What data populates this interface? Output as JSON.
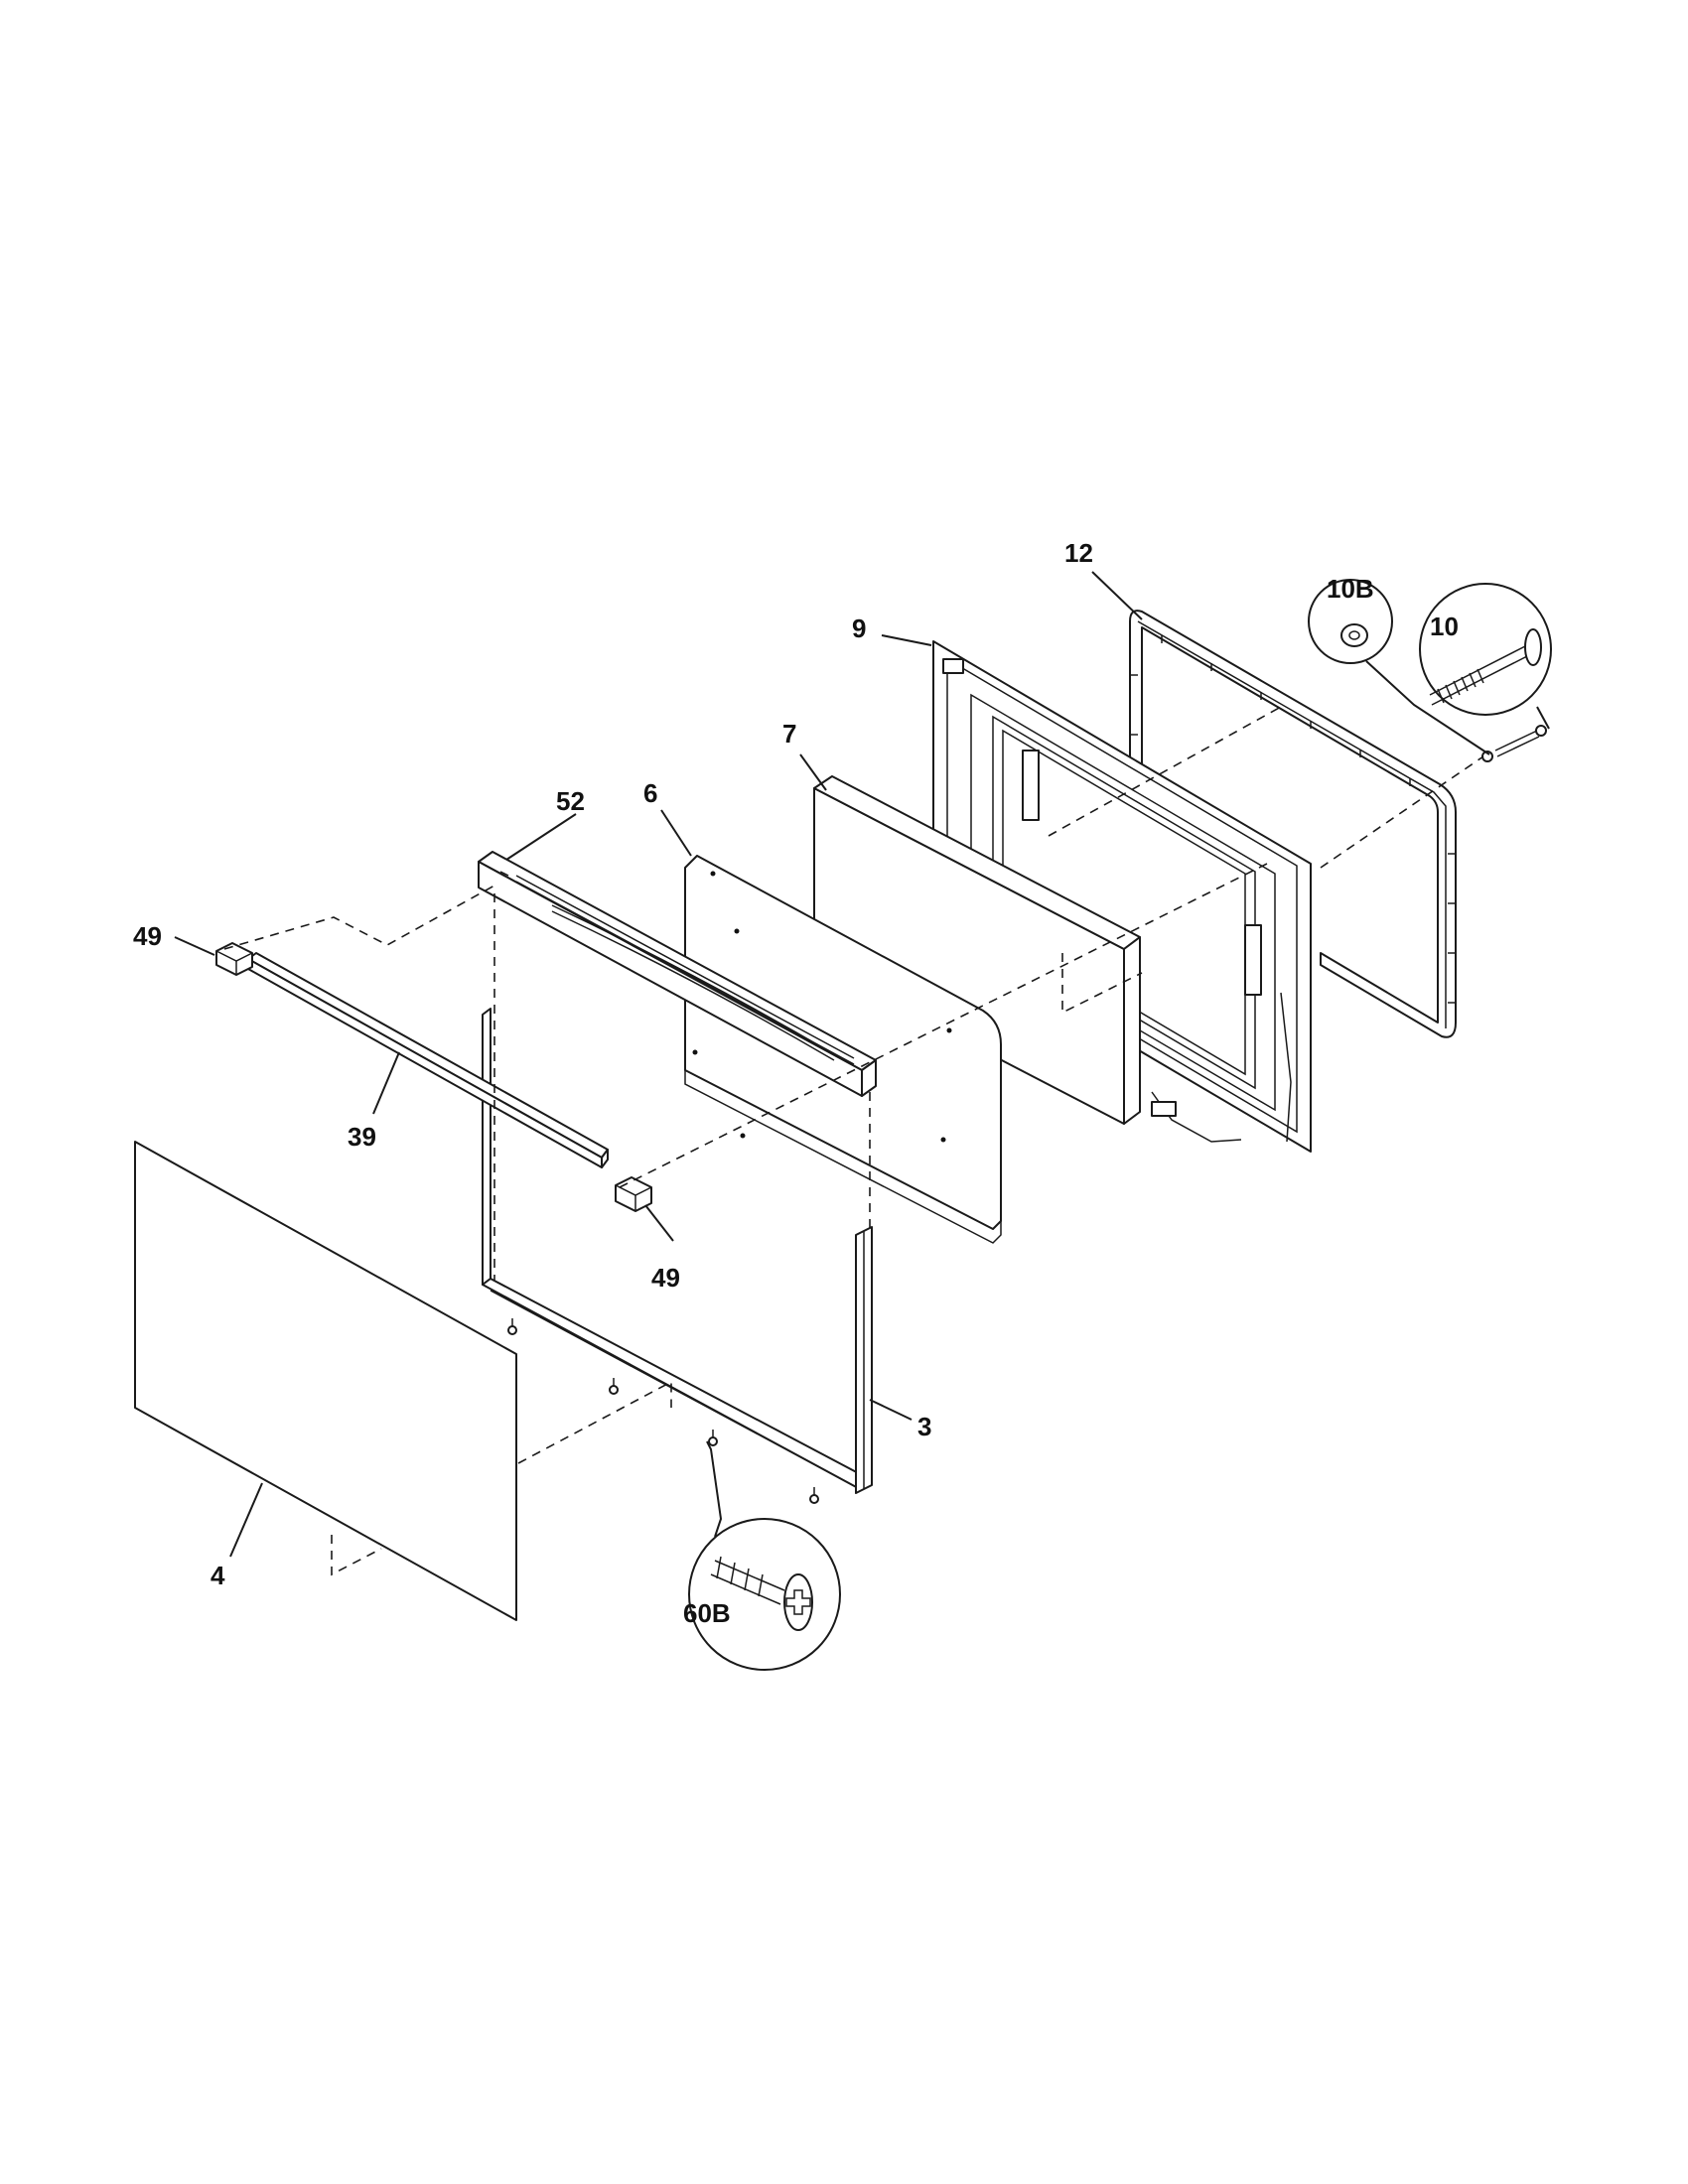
{
  "diagram": {
    "callouts": {
      "p12": "12",
      "p10b": "10B",
      "p10": "10",
      "p9": "9",
      "p7": "7",
      "p52": "52",
      "p6": "6",
      "p49_top": "49",
      "p39": "39",
      "p49_bottom": "49",
      "p3": "3",
      "p4": "4",
      "p60b": "60B"
    }
  }
}
